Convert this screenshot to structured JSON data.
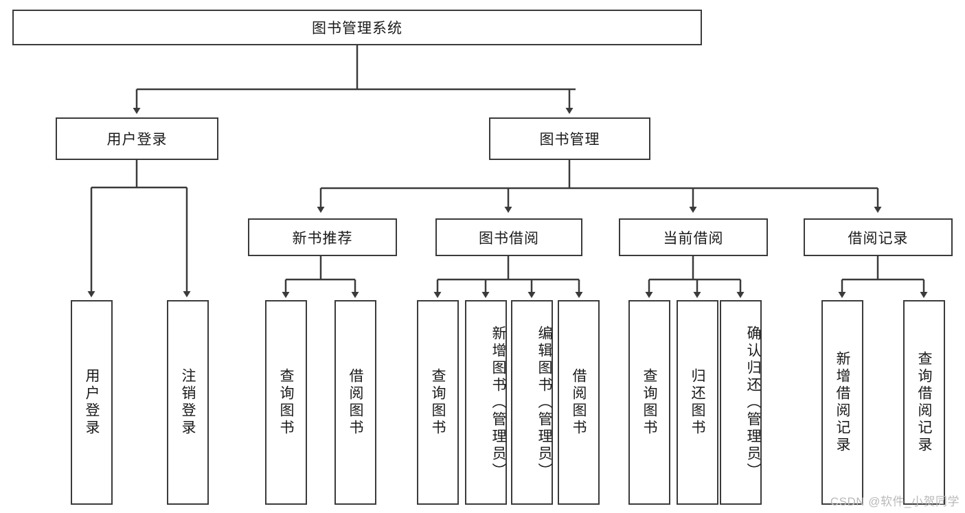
{
  "diagram": {
    "title": "图书管理系统",
    "type": "tree-hierarchy-diagram",
    "watermark": "CSDN @软件_小贺同学",
    "colors": {
      "box_border": "#3a3a3a",
      "box_fill": "#ffffff",
      "edge": "#3a3a3a",
      "text": "#1a1a1a",
      "watermark": "#b9b9b9",
      "background": "#ffffff"
    },
    "root": {
      "label": "图书管理系统",
      "orientation": "horizontal"
    },
    "level2": [
      {
        "label": "用户登录",
        "orientation": "horizontal"
      },
      {
        "label": "图书管理",
        "orientation": "horizontal"
      }
    ],
    "level3": [
      {
        "label": "新书推荐",
        "orientation": "horizontal"
      },
      {
        "label": "图书借阅",
        "orientation": "horizontal"
      },
      {
        "label": "当前借阅",
        "orientation": "horizontal"
      },
      {
        "label": "借阅记录",
        "orientation": "horizontal"
      }
    ],
    "leaves": {
      "user_login": [
        {
          "label": "用户登录",
          "orientation": "vertical"
        },
        {
          "label": "注销登录",
          "orientation": "vertical"
        }
      ],
      "new_book_recommend": [
        {
          "label": "查询图书",
          "orientation": "vertical"
        },
        {
          "label": "借阅图书",
          "orientation": "vertical"
        }
      ],
      "book_borrow": [
        {
          "label": "查询图书",
          "orientation": "vertical"
        },
        {
          "label": "新增图书（管理员）",
          "orientation": "vertical"
        },
        {
          "label": "编辑图书（管理员）",
          "orientation": "vertical"
        },
        {
          "label": "借阅图书",
          "orientation": "vertical"
        }
      ],
      "current_borrow": [
        {
          "label": "查询图书",
          "orientation": "vertical"
        },
        {
          "label": "归还图书",
          "orientation": "vertical"
        },
        {
          "label": "确认归还（管理员）",
          "orientation": "vertical"
        }
      ],
      "borrow_record": [
        {
          "label": "新增借阅记录",
          "orientation": "vertical"
        },
        {
          "label": "查询借阅记录",
          "orientation": "vertical"
        }
      ]
    }
  }
}
